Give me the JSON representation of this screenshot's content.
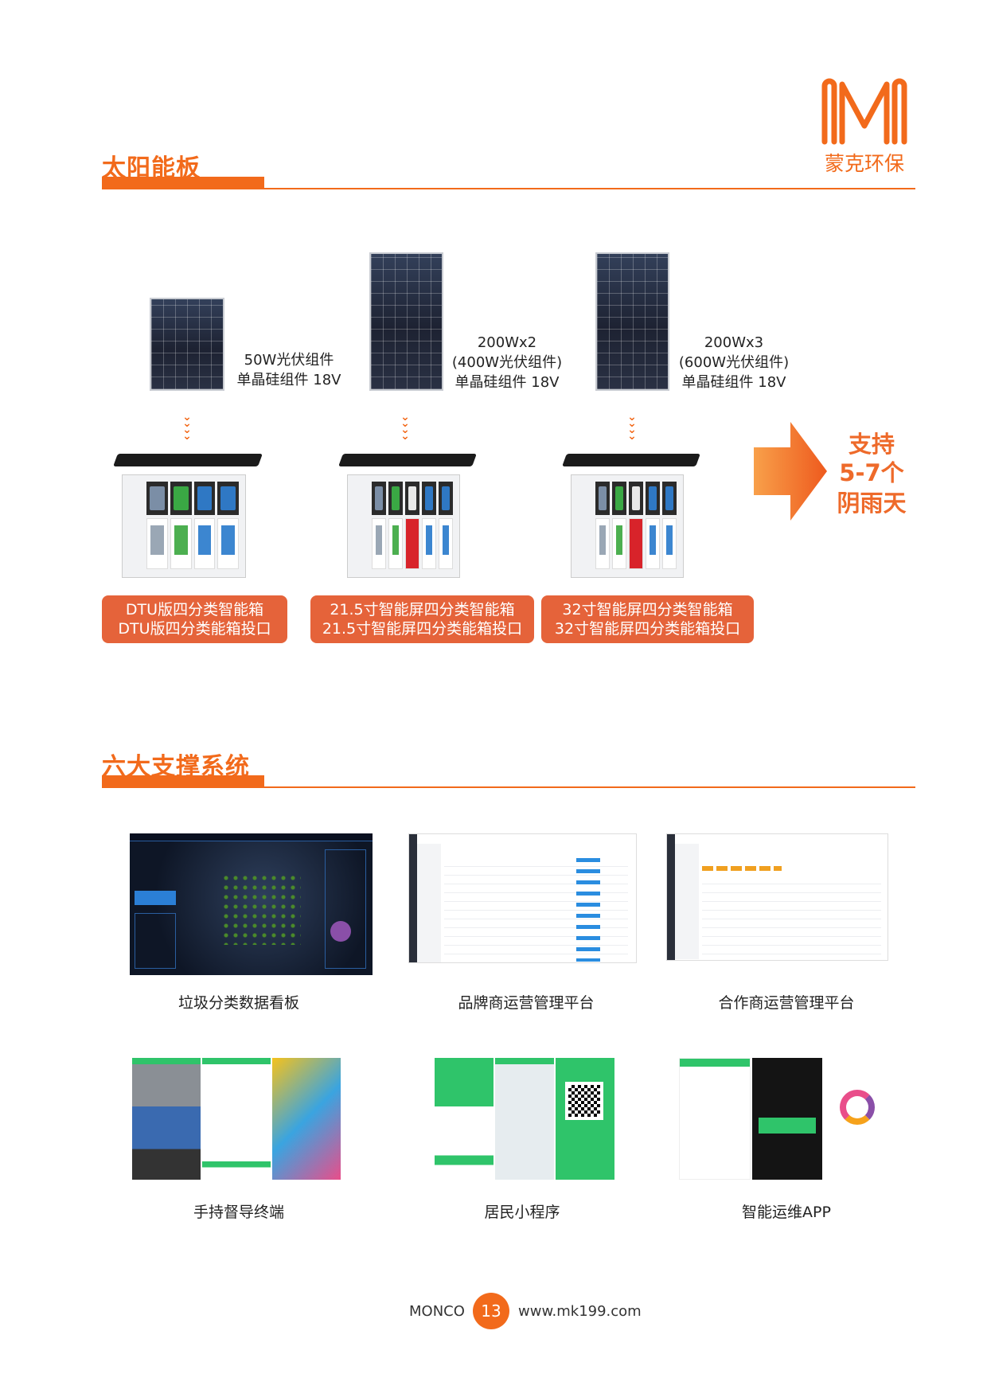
{
  "logo": {
    "mark": "M",
    "text": "蒙克环保"
  },
  "section1": {
    "title": "太阳能板",
    "panels": [
      {
        "lines": [
          "50W光伏组件",
          "单晶硅组件 18V"
        ]
      },
      {
        "lines": [
          "200Wx2",
          "(400W光伏组件)",
          "单晶硅组件 18V"
        ]
      },
      {
        "lines": [
          "200Wx3",
          "(600W光伏组件)",
          "单晶硅组件 18V"
        ]
      }
    ],
    "products": [
      {
        "lines": [
          "DTU版四分类智能箱",
          "DTU版四分类能箱投口"
        ]
      },
      {
        "lines": [
          "21.5寸智能屏四分类智能箱",
          "21.5寸智能屏四分类能箱投口"
        ]
      },
      {
        "lines": [
          "32寸智能屏四分类智能箱",
          "32寸智能屏四分类能箱投口"
        ]
      }
    ],
    "support": [
      "支持",
      "5-7个",
      "阴雨天"
    ]
  },
  "section2": {
    "title": "六大支撑系统",
    "systems": [
      {
        "caption": "垃圾分类数据看板"
      },
      {
        "caption": "品牌商运营管理平台"
      },
      {
        "caption": "合作商运营管理平台"
      },
      {
        "caption": "手持督导终端"
      },
      {
        "caption": "居民小程序"
      },
      {
        "caption": "智能运维APP"
      }
    ]
  },
  "footer": {
    "brand": "MONCO",
    "page": "13",
    "url": "www.mk199.com"
  },
  "colors": {
    "accent": "#f26a1b",
    "label_bg": "#e5633a"
  }
}
